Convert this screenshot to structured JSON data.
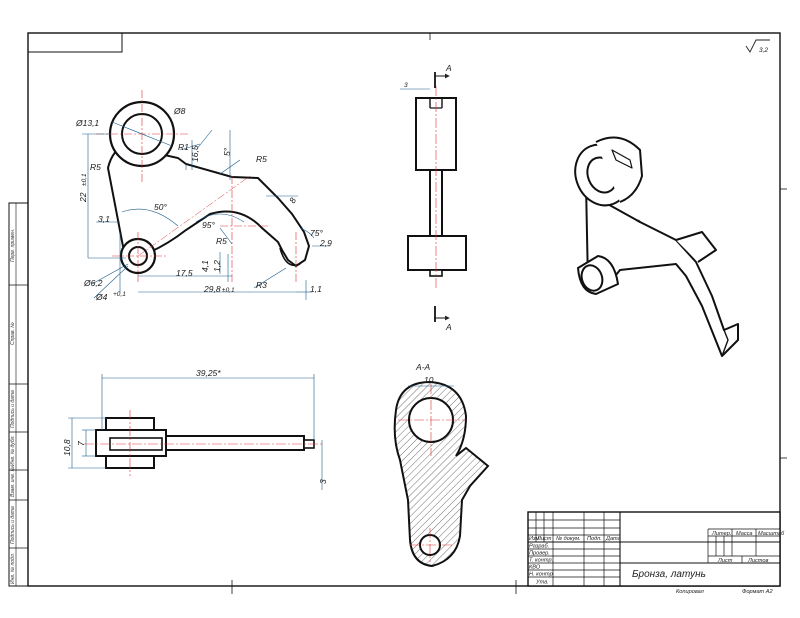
{
  "roughness": "3,2",
  "section_mark": "А",
  "section_title": "А-А",
  "main_dims": {
    "d131": "Ø13,1",
    "d8": "Ø8",
    "r1": "R1",
    "v165": "16,5",
    "a5": "5°",
    "r5_left": "R5",
    "r5_top": "R5",
    "v22": "22",
    "tol_01": "±0,1",
    "v31": "3,1",
    "a50": "50°",
    "a95": "95°",
    "r5_mid": "R5",
    "v8": "8",
    "a75": "75°",
    "v29": "2,9",
    "v41": "4,1",
    "v12": "1,2",
    "v175": "17,5",
    "r3": "R3",
    "d62": "Ø6,2",
    "d4": "Ø4",
    "tol_d4": "+0,1",
    "v298": "29,8",
    "tol_298": "±0,1",
    "v11": "1,1"
  },
  "front_dims": {
    "v3": "3"
  },
  "bottom_dims": {
    "v3925": "39,25*",
    "v108": "10,8",
    "v7": "7",
    "v3": "3"
  },
  "section_dims": {
    "v10": "10"
  },
  "title_block": {
    "cols": [
      "Изм.",
      "Лист",
      "№ докум.",
      "Подп.",
      "Дата"
    ],
    "rows": [
      "Разраб.",
      "Провер.",
      "Т. контр.",
      "КВО",
      "Н. контр.",
      "Утв."
    ],
    "liter": "Литер.",
    "mass": "Масса",
    "scale": "Масштаб",
    "sheet": "Лист",
    "sheets": "Листов",
    "material": "Бронза, латунь",
    "copied": "Копировал",
    "format": "Формат А2"
  },
  "side_strip": {
    "labels": [
      "Перв. примен.",
      "Справ. №",
      "Подпись и дата",
      "Инв. № дубл.",
      "Взам. инв. №",
      "Подпись и дата",
      "Инв. № подл."
    ]
  }
}
